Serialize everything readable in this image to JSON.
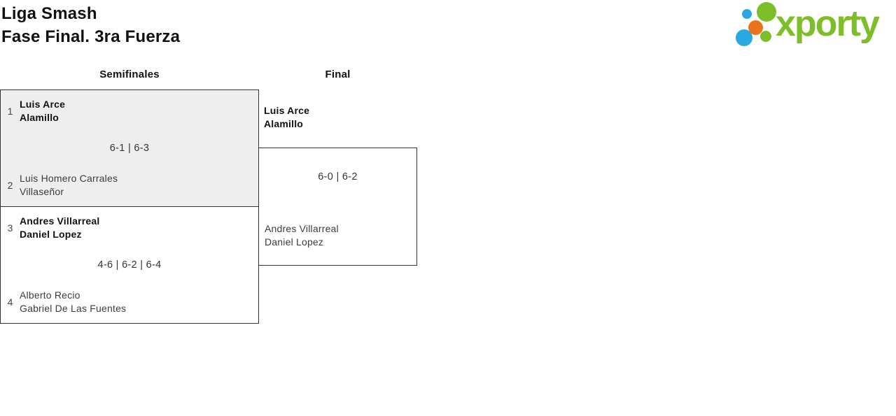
{
  "header": {
    "title_line1": "Liga Smash",
    "title_line2": "Fase Final. 3ra Fuerza"
  },
  "logo": {
    "brand": "xporty",
    "colors": {
      "green": "#7ebe29",
      "blue": "#29a9e1",
      "orange": "#ee7219"
    }
  },
  "bracket": {
    "highlight_bg": "#eeeeee",
    "border_color": "#333333"
  },
  "rounds": {
    "semifinals": {
      "label": "Semifinales",
      "matches": [
        {
          "top": {
            "seed": "1",
            "lines": [
              "Luis Arce",
              "Alamillo"
            ],
            "winner": true
          },
          "score": "6-1 | 6-3",
          "bottom": {
            "seed": "2",
            "lines": [
              "Luis Homero Carrales",
              "Villaseñor"
            ],
            "winner": false
          }
        },
        {
          "top": {
            "seed": "3",
            "lines": [
              "Andres Villarreal",
              "Daniel Lopez"
            ],
            "winner": true
          },
          "score": "4-6 | 6-2 | 6-4",
          "bottom": {
            "seed": "4",
            "lines": [
              "Alberto Recio",
              "Gabriel De Las Fuentes"
            ],
            "winner": false
          }
        }
      ]
    },
    "final": {
      "label": "Final",
      "matches": [
        {
          "top": {
            "lines": [
              "Luis Arce",
              "Alamillo"
            ],
            "winner": true
          },
          "score": "6-0 | 6-2",
          "bottom": {
            "lines": [
              "Andres Villarreal",
              "Daniel Lopez"
            ],
            "winner": false
          }
        }
      ]
    }
  }
}
